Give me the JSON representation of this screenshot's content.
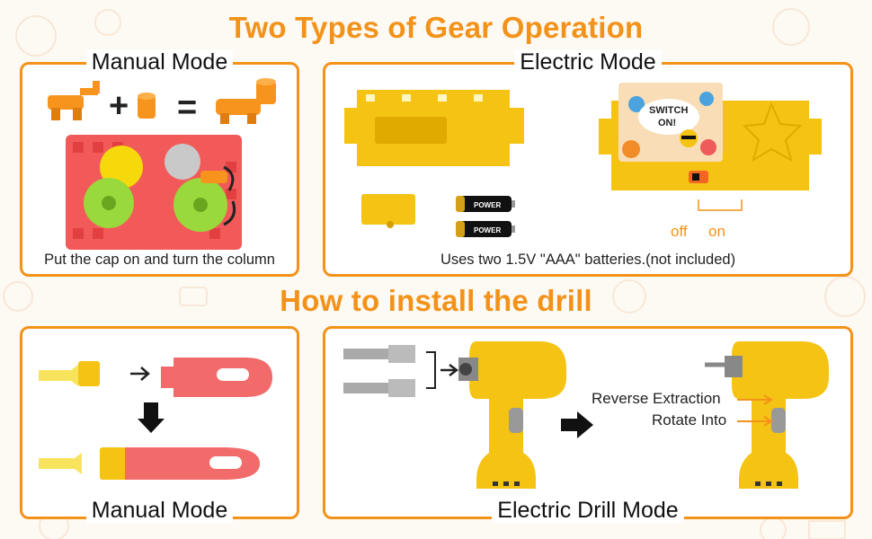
{
  "titles": {
    "gear_operation": "Two Types of Gear Operation",
    "install_drill": "How to install the drill"
  },
  "manual_panel": {
    "title": "Manual Mode",
    "caption": "Put the cap on and turn the column"
  },
  "electric_panel": {
    "title": "Electric Mode",
    "caption": "Uses two 1.5V \"AAA\" batteries.(not included)",
    "switch_text_1": "SWITCH",
    "switch_text_2": "ON!",
    "off_label": "off",
    "on_label": "on",
    "battery_label": "POWER"
  },
  "manual_drill_panel": {
    "title": "Manual Mode"
  },
  "electric_drill_panel": {
    "title": "Electric Drill Mode",
    "reverse_label": "Reverse Extraction",
    "rotate_label": "Rotate Into"
  },
  "colors": {
    "accent": "#f39219",
    "yellow_part": "#f5c313",
    "red_part": "#f26b6b",
    "green_gear": "#9ad93b"
  }
}
